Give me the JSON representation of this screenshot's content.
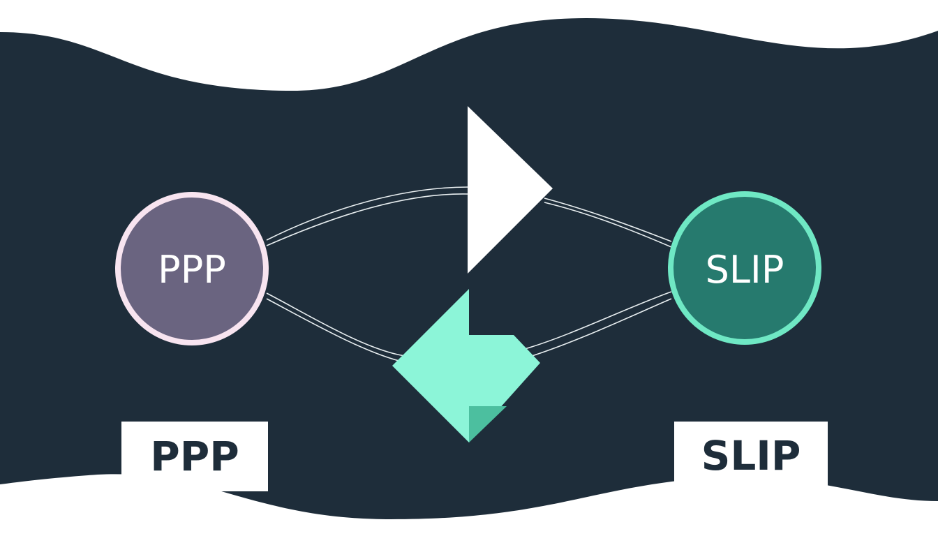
{
  "nodes": {
    "left": {
      "label": "PPP"
    },
    "right": {
      "label": "SLIP"
    }
  },
  "captions": {
    "left": "PPP",
    "right": "SLIP"
  },
  "colors": {
    "band": "#1e2d3a",
    "background": "#ffffff",
    "left_fill": "#6a6480",
    "left_ring": "#f8e4f0",
    "right_fill": "#267a6e",
    "right_ring": "#6fe8c4",
    "arrow_right": "#ffffff",
    "arrow_left": "#8cf5d8",
    "arrow_left_shadow": "#4cbf9f",
    "connector": "#e8eef0"
  },
  "icons": {
    "forward": "play-triangle-icon",
    "backward": "back-arrow-icon"
  }
}
